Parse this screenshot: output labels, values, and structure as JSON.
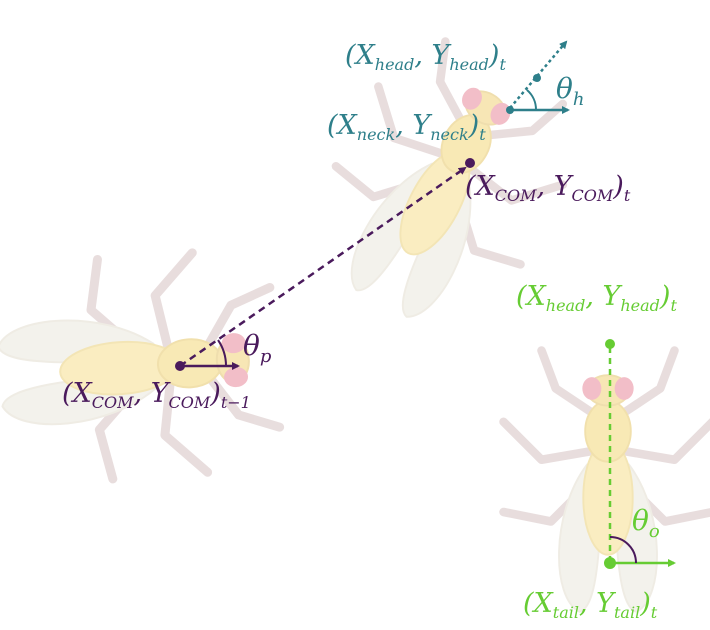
{
  "colors": {
    "purple": "#4a1a5c",
    "teal": "#2e7f8a",
    "green": "#66cc33",
    "body_fill": "#f8e7a0",
    "body_stroke": "#ead58a",
    "wing_fill": "#f0ede4",
    "eye_fill": "#eea5b0",
    "leg": "#d8c8c8"
  },
  "labels": {
    "com_prev": {
      "open": "(",
      "x": "X",
      "x_sub": "COM",
      "sep": ", ",
      "y": "Y",
      "y_sub": "COM",
      "close": ")",
      "time": "t−1"
    },
    "com_t": {
      "open": "(",
      "x": "X",
      "x_sub": "COM",
      "sep": ", ",
      "y": "Y",
      "y_sub": "COM",
      "close": ")",
      "time": "t"
    },
    "neck_t": {
      "open": "(",
      "x": "X",
      "x_sub": "neck",
      "sep": ", ",
      "y": "Y",
      "y_sub": "neck",
      "close": ")",
      "time": "t"
    },
    "head_top": {
      "open": "(",
      "x": "X",
      "x_sub": "head",
      "sep": ", ",
      "y": "Y",
      "y_sub": "head",
      "close": ")",
      "time": "t"
    },
    "head_t": {
      "open": "(",
      "x": "X",
      "x_sub": "head",
      "sep": ", ",
      "y": "Y",
      "y_sub": "head",
      "close": ")",
      "time": "t"
    },
    "tail_t": {
      "open": "(",
      "x": "X",
      "x_sub": "tail",
      "sep": ", ",
      "y": "Y",
      "y_sub": "tail",
      "close": ")",
      "time": "t"
    }
  },
  "angles": {
    "theta_p": {
      "symbol": "θ",
      "sub": "p"
    },
    "theta_h": {
      "symbol": "θ",
      "sub": "h"
    },
    "theta_o": {
      "symbol": "θ",
      "sub": "o"
    }
  },
  "icons": [
    "fly-left-icon",
    "fly-top-icon",
    "fly-right-icon"
  ]
}
